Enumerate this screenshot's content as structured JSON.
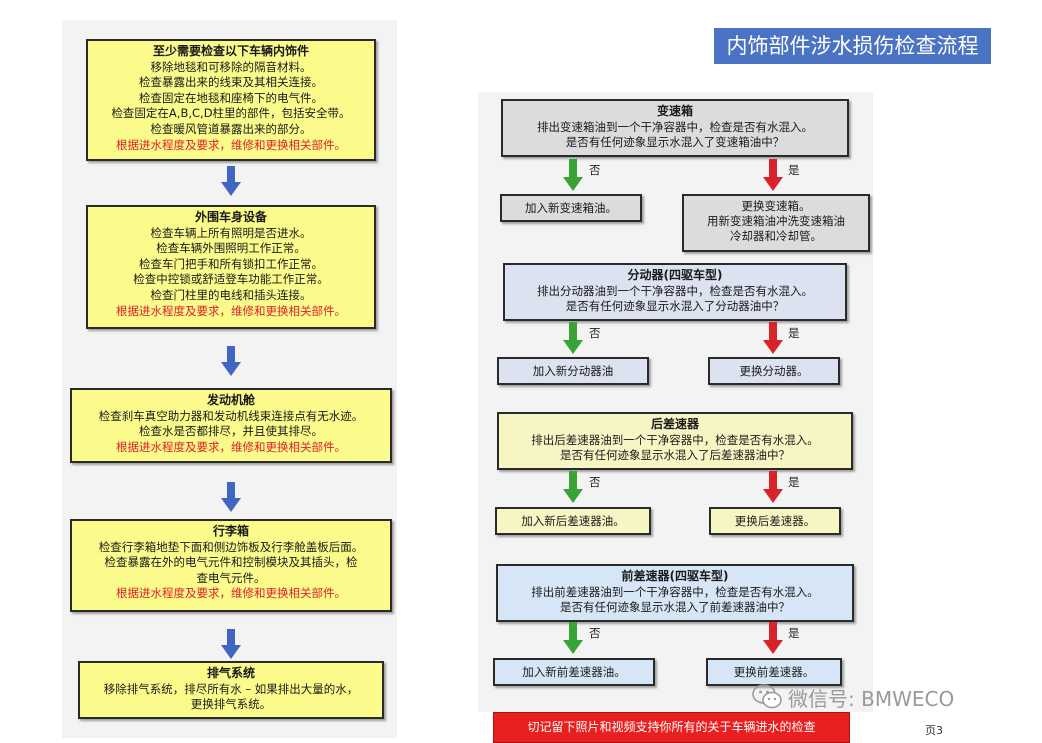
{
  "title": "内饰部件涉水损伤检查流程",
  "left_boxes": [
    {
      "title": "至少需要检查以下车辆内饰件",
      "lines": [
        "移除地毯和可移除的隔音材料。",
        "检查暴露出来的线束及其相关连接。",
        "检查固定在地毯和座椅下的电气件。",
        "检查固定在A,B,C,D柱里的部件，包括安全带。",
        "检查暖风管道暴露出来的部分。"
      ],
      "note": "根据进水程度及要求，维修和更换相关部件。"
    },
    {
      "title": "外围车身设备",
      "lines": [
        "检查车辆上所有照明是否进水。",
        "检查车辆外围照明工作正常。",
        "检查车门把手和所有锁扣工作正常。",
        "检查中控锁或舒适登车功能工作正常。",
        "检查门柱里的电线和插头连接。"
      ],
      "note": "根据进水程度及要求，维修和更换相关部件。"
    },
    {
      "title": "发动机舱",
      "lines": [
        "检查刹车真空助力器和发动机线束连接点有无水迹。",
        "检查水是否都排尽，并且使其排尽。"
      ],
      "note": "根据进水程度及要求，维修和更换相关部件。"
    },
    {
      "title": "行李箱",
      "lines": [
        "检查行李箱地垫下面和侧边饰板及行李舱盖板后面。",
        "检查暴露在外的电气元件和控制模块及其插头，检",
        "查电气元件。"
      ],
      "note": "根据进水程度及要求，维修和更换相关部件。"
    },
    {
      "title": "排气系统",
      "lines": [
        "移除排气系统，排尽所有水 – 如果排出大量的水，",
        "更换排气系统。"
      ],
      "note": ""
    }
  ],
  "right_sections": [
    {
      "title": "变速箱",
      "lines": [
        "排出变速箱油到一个干净容器中，检查是否有水混入。",
        "是否有任何迹象显示水混入了变速箱油中？"
      ],
      "no_label": "否",
      "yes_label": "是",
      "no_action": [
        "加入新变速箱油。"
      ],
      "yes_action": [
        "更换变速箱。",
        "用新变速箱油冲洗变速箱油",
        "冷却器和冷却管。"
      ]
    },
    {
      "title": "分动器(四驱车型)",
      "lines": [
        "排出分动器油到一个干净容器中，检查是否有水混入。",
        "是否有任何迹象显示水混入了分动器油中？"
      ],
      "no_label": "否",
      "yes_label": "是",
      "no_action": [
        "加入新分动器油"
      ],
      "yes_action": [
        "更换分动器。"
      ]
    },
    {
      "title": "后差速器",
      "lines": [
        "排出后差速器油到一个干净容器中，检查是否有水混入。",
        "是否有任何迹象显示水混入了后差速器油中？"
      ],
      "no_label": "否",
      "yes_label": "是",
      "no_action": [
        "加入新后差速器油。"
      ],
      "yes_action": [
        "更换后差速器。"
      ]
    },
    {
      "title": "前差速器(四驱车型)",
      "lines": [
        "排出前差速器油到一个干净容器中，检查是否有水混入。",
        "是否有任何迹象显示水混入了前差速器油中？"
      ],
      "no_label": "否",
      "yes_label": "是",
      "no_action": [
        "加入新前差速器油。"
      ],
      "yes_action": [
        "更换前差速器。"
      ]
    }
  ],
  "footer": "切记留下照片和视频支持你所有的关于车辆进水的检查",
  "watermark": "微信号: BMWECO",
  "page_label": "页3",
  "colors": {
    "title_bg": "#4a73c4",
    "down_arrow": "#3f66c0",
    "no_arrow": "#3aa335",
    "yes_arrow": "#d9232b",
    "note_text": "#e0202a",
    "footer_bg": "#e8201f"
  }
}
